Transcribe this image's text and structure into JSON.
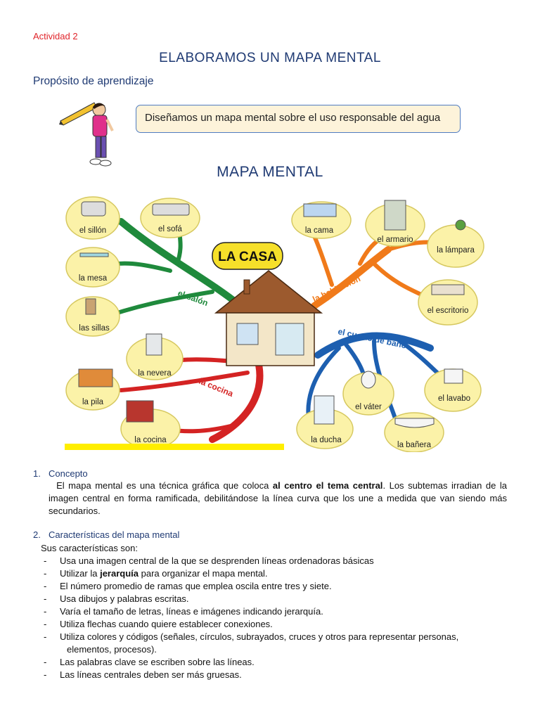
{
  "header": {
    "activity": "Actividad 2",
    "title": "ELABORAMOS UN MAPA MENTAL",
    "purpose_heading": "Propósito de aprendizaje",
    "purpose_text": "Diseñamos un mapa mental sobre el uso responsable del agua"
  },
  "map": {
    "title": "MAPA MENTAL",
    "center": "LA CASA",
    "branches": [
      {
        "label": "el salón",
        "color": "#1f8a3c",
        "items": [
          "el sillón",
          "el sofá",
          "la mesa",
          "las sillas"
        ]
      },
      {
        "label": "la habitación",
        "color": "#f07a1a",
        "items": [
          "la cama",
          "el armario",
          "la lámpara",
          "el escritorio"
        ]
      },
      {
        "label": "el cuarto de baño",
        "color": "#1d5fb0",
        "items": [
          "el váter",
          "el lavabo",
          "la ducha",
          "la bañera"
        ]
      },
      {
        "label": "la cocina",
        "color": "#d42323",
        "items": [
          "la nevera",
          "la pila",
          "la cocina"
        ]
      }
    ]
  },
  "section1": {
    "number": "1.",
    "heading": "Concepto",
    "text_before": "El mapa mental es una técnica gráfica que coloca ",
    "text_bold": "al centro el tema central",
    "text_after": ".  Los subtemas irradian de la imagen central en forma ramificada, debilitándose la línea curva que los une a medida que van siendo más secundarios."
  },
  "section2": {
    "number": "2.",
    "heading": "Características del mapa mental",
    "intro": "Sus características son:",
    "items": [
      "Usa una imagen central de la que se desprenden líneas ordenadoras básicas",
      "Utilizar la jerarquía para organizar el mapa mental.",
      "El número promedio de ramas que emplea oscila entre tres y siete.",
      "Usa dibujos y palabras escritas.",
      "Varía el tamaño de letras, líneas e imágenes indicando jerarquía.",
      "Utiliza flechas cuando quiere establecer conexiones.",
      "Utiliza colores y códigos (señales, círculos, subrayados, cruces y otros para representar personas,",
      "Las palabras clave se escriben sobre las líneas.",
      "Las líneas centrales deben ser más gruesas."
    ],
    "item2_before": "Utilizar la ",
    "item2_bold": "jerarquía",
    "item2_after": " para organizar el mapa mental.",
    "item7_cont": "elementos, procesos)."
  }
}
